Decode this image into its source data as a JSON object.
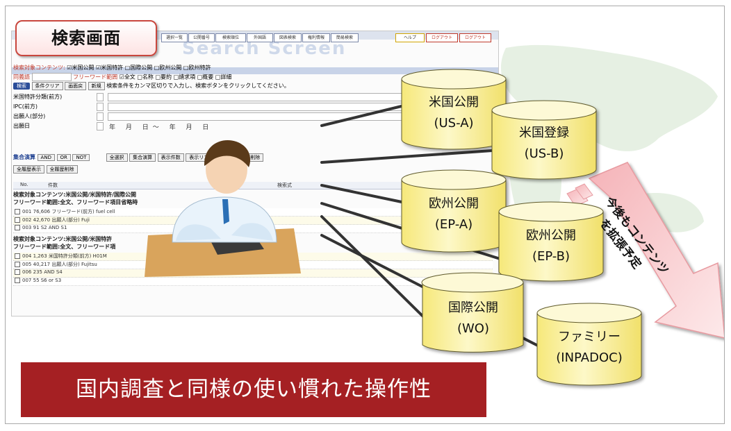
{
  "search_screen": {
    "title_label": "検索画面",
    "ghost_title": "Search Screen",
    "toolbar_buttons": [
      "選択一覧",
      "公開番号",
      "検索順位",
      "外国語",
      "図表検索",
      "権利情報",
      "簡易検索",
      "ヘルプ",
      "ログアウト",
      "ログアウト"
    ],
    "content_line_label": "検索対象コンテンツ:",
    "content_checks": [
      "☑米国公開",
      "☑米国特許",
      "□国際公開",
      "□欧州公開",
      "□欧州特許"
    ],
    "freeword_prefix": "同義語",
    "freeword_label": "フリーワード範囲",
    "freeword_checks": [
      "☑全文",
      "□名称",
      "□要約",
      "□請求項",
      "□概要",
      "□詳細"
    ],
    "buttons_row": [
      "検索",
      "条件クリア",
      "画面戻",
      "新規"
    ],
    "hint": "検索条件をカンマ区切りで入力し、検索ボタンをクリックしてください。",
    "select_rows": [
      "米国特許分類(前方)",
      "IPC(前方)",
      "出願人(部分)",
      "出願日"
    ],
    "date_pattern": "年 月 日～ 年 月 日",
    "ops_label": "集合演算",
    "ops": [
      "AND",
      "OR",
      "NOT"
    ],
    "ops_extra": [
      "全選択",
      "集合演算",
      "表示件数",
      "表示リスト",
      "履歴",
      "履歴削除"
    ],
    "mini_buttons": [
      "全履歴表示",
      "全履歴削除"
    ],
    "table_headers": [
      "No.",
      "件数",
      "",
      "検索式"
    ],
    "block1_line1": "検索対象コンテンツ:米国公開/米国特許/国際公開",
    "block1_line2": "フリーワード範囲:全文、フリーワード項目省略時",
    "rows1": [
      {
        "no": "001",
        "text": "76,606 フリーワード(前方) fuel cell"
      },
      {
        "no": "002",
        "text": "42,670 出願人(部分) Fuji"
      },
      {
        "no": "003",
        "text": "91 S2 AND S1"
      }
    ],
    "block2_line1": "検索対象コンテンツ:米国公開/米国特許",
    "block2_line2": "フリーワード範囲:全文、フリーワード項",
    "rows2": [
      {
        "no": "004",
        "text": "1,263 米国特許分類(前方) H01M"
      },
      {
        "no": "005",
        "text": "40,217 出願人(部分) Fujitsu"
      },
      {
        "no": "006",
        "text": "235 AND S4"
      },
      {
        "no": "007",
        "text": "55 S6 or S3"
      }
    ]
  },
  "databases": [
    {
      "name": "米国公開",
      "code": "(US-A)"
    },
    {
      "name": "米国登録",
      "code": "(US-B)"
    },
    {
      "name": "欧州公開",
      "code": "(EP-A)"
    },
    {
      "name": "欧州公開",
      "code": "(EP-B)"
    },
    {
      "name": "国際公開",
      "code": "(WO)"
    },
    {
      "name": "ファミリー",
      "code": "(INPADOC)"
    }
  ],
  "arrow": {
    "line1": "今後もコンテンツ",
    "line2": "を拡張予定"
  },
  "banner": "国内調査と同様の使い慣れた操作性",
  "colors": {
    "banner_bg": "#a52023",
    "cylinder_fill": "#fcf3a8",
    "arrow_fill": "#f7c5c8"
  }
}
